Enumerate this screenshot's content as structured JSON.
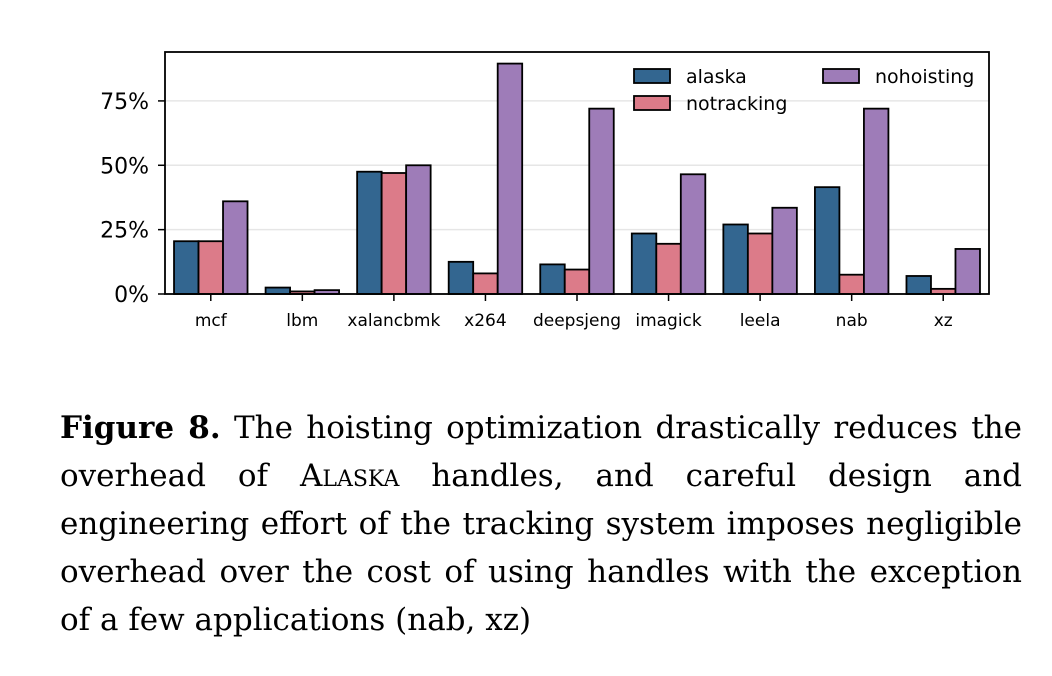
{
  "chart_data": {
    "type": "bar",
    "categories": [
      "mcf",
      "lbm",
      "xalancbmk",
      "x264",
      "deepsjeng",
      "imagick",
      "leela",
      "nab",
      "xz"
    ],
    "series": [
      {
        "name": "alaska",
        "color": "#336690",
        "values": [
          20.5,
          2.5,
          47.5,
          12.5,
          11.5,
          23.5,
          27.0,
          41.5,
          7.0
        ]
      },
      {
        "name": "notracking",
        "color": "#dc7b89",
        "values": [
          20.5,
          1.0,
          47.0,
          8.0,
          9.5,
          19.5,
          23.5,
          7.5,
          2.0
        ]
      },
      {
        "name": "nohoisting",
        "color": "#9e7cb8",
        "values": [
          36.0,
          1.5,
          50.0,
          89.5,
          72.0,
          46.5,
          33.5,
          72.0,
          17.5
        ]
      }
    ],
    "yticks": [
      "0%",
      "25%",
      "50%",
      "75%"
    ],
    "ytick_values": [
      0,
      25,
      50,
      75
    ],
    "ylim": [
      0,
      94
    ],
    "grid": "horizontal",
    "legend_position": "upper right"
  },
  "caption": {
    "label": "Figure 8.",
    "text_before": " The hoisting optimization drastically reduces the overhead of ",
    "smallcaps": "Alaska",
    "text_after": " handles, and careful design and engineering effort of the tracking system imposes negligible overhead over the cost of using handles with the exception of a few applications (nab, xz)"
  }
}
